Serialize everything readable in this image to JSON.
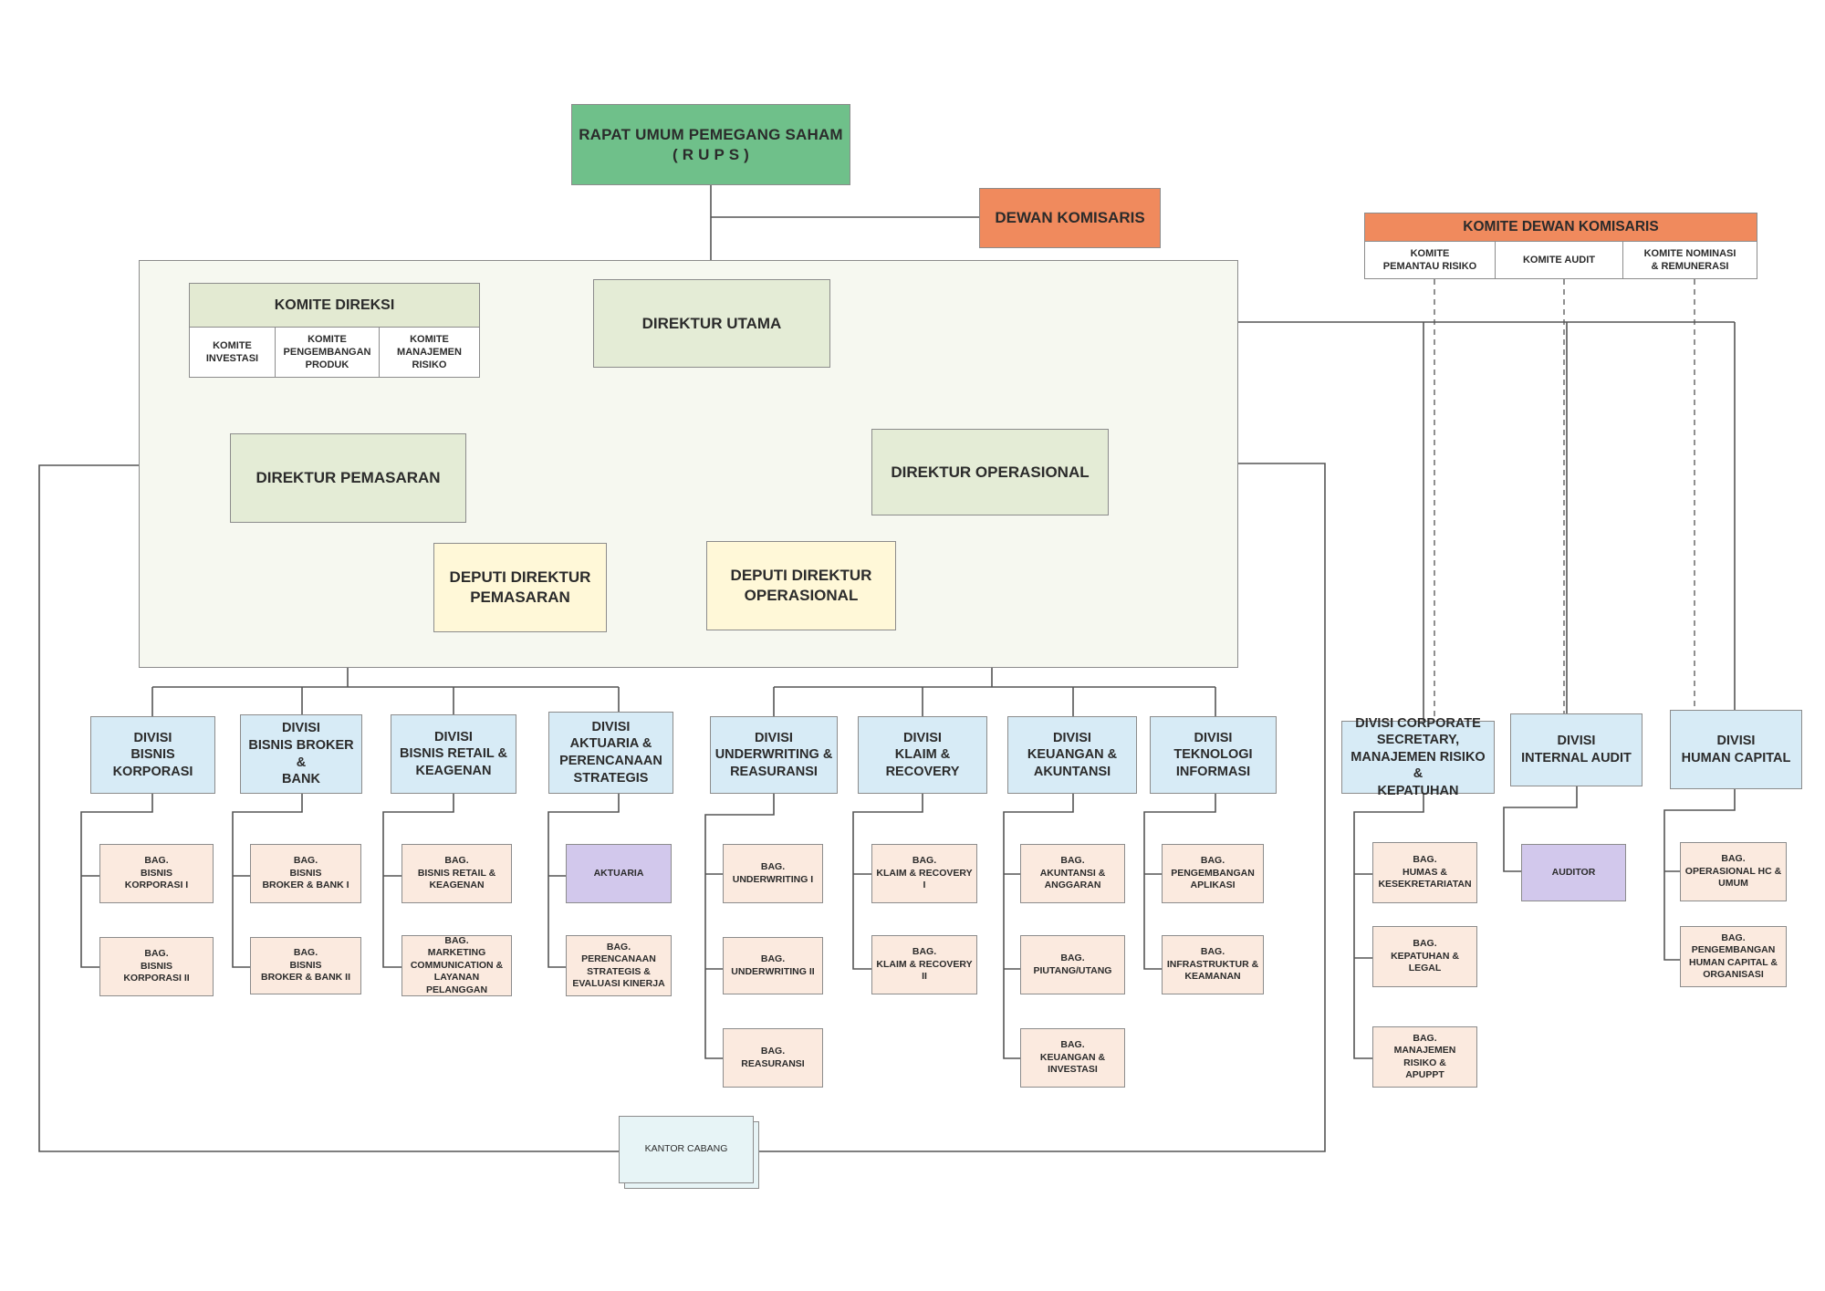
{
  "rups": "RAPAT UMUM PEMEGANG SAHAM\n( R U P S )",
  "dewan_komisaris": "DEWAN KOMISARIS",
  "direktur_utama": "DIREKTUR UTAMA",
  "direktur_pemasaran": "DIREKTUR PEMASARAN",
  "direktur_operasional": "DIREKTUR OPERASIONAL",
  "deputi_pemasaran": "DEPUTI DIREKTUR\nPEMASARAN",
  "deputi_operasional": "DEPUTI DIREKTUR\nOPERASIONAL",
  "komite_direksi": {
    "title": "KOMITE DIREKSI",
    "items": [
      "KOMITE\nINVESTASI",
      "KOMITE\nPENGEMBANGAN\nPRODUK",
      "KOMITE\nMANAJEMEN\nRISIKO"
    ]
  },
  "komite_dewan_komisaris": {
    "title": "KOMITE DEWAN KOMISARIS",
    "items": [
      "KOMITE\nPEMANTAU RISIKO",
      "KOMITE AUDIT",
      "KOMITE NOMINASI\n& REMUNERASI"
    ]
  },
  "divisions": [
    "DIVISI\nBISNIS KORPORASI",
    "DIVISI\nBISNIS BROKER &\nBANK",
    "DIVISI\nBISNIS RETAIL &\nKEAGENAN",
    "DIVISI\nAKTUARIA &\nPERENCANAAN\nSTRATEGIS",
    "DIVISI\nUNDERWRITING &\nREASURANSI",
    "DIVISI\nKLAIM & RECOVERY",
    "DIVISI\nKEUANGAN &\nAKUNTANSI",
    "DIVISI\nTEKNOLOGI\nINFORMASI",
    "DIVISI CORPORATE\nSECRETARY,\nMANAJEMEN RISIKO &\nKEPATUHAN",
    "DIVISI\nINTERNAL AUDIT",
    "DIVISI\nHUMAN CAPITAL"
  ],
  "units": [
    [
      "BAG.\nBISNIS\nKORPORASI I",
      "BAG.\nBISNIS\nKORPORASI II"
    ],
    [
      "BAG.\nBISNIS\nBROKER & BANK I",
      "BAG.\nBISNIS\nBROKER & BANK II"
    ],
    [
      "BAG.\nBISNIS RETAIL &\nKEAGENAN",
      "BAG.\nMARKETING\nCOMMUNICATION &\nLAYANAN PELANGGAN"
    ],
    [
      "AKTUARIA",
      "BAG.\nPERENCANAAN\nSTRATEGIS &\nEVALUASI KINERJA"
    ],
    [
      "BAG.\nUNDERWRITING  I",
      "BAG.\nUNDERWRITING II",
      "BAG.\nREASURANSI"
    ],
    [
      "BAG.\nKLAIM & RECOVERY I",
      "BAG.\nKLAIM & RECOVERY II"
    ],
    [
      "BAG.\nAKUNTANSI &\nANGGARAN",
      "BAG.\nPIUTANG/UTANG",
      "BAG.\nKEUANGAN &\nINVESTASI"
    ],
    [
      "BAG.\nPENGEMBANGAN\nAPLIKASI",
      "BAG.\nINFRASTRUKTUR &\nKEAMANAN"
    ],
    [
      "BAG.\nHUMAS &\nKESEKRETARIATAN",
      "BAG.\nKEPATUHAN & LEGAL",
      "BAG.\nMANAJEMEN RISIKO &\nAPUPPT"
    ],
    [
      "AUDITOR"
    ],
    [
      "BAG.\nOPERASIONAL HC &\nUMUM",
      "BAG.\nPENGEMBANGAN\nHUMAN CAPITAL &\nORGANISASI"
    ]
  ],
  "kantor_cabang": "KANTOR CABANG",
  "colors": {
    "rups": "#6fc08a",
    "komisaris": "#f08a5d",
    "direksi": "#e4ecd6",
    "deputi": "#fff8d8",
    "divisi": "#d7ebf6",
    "bagian": "#fbeadf",
    "special_unit": "#d2c8ec",
    "line": "#555555"
  }
}
